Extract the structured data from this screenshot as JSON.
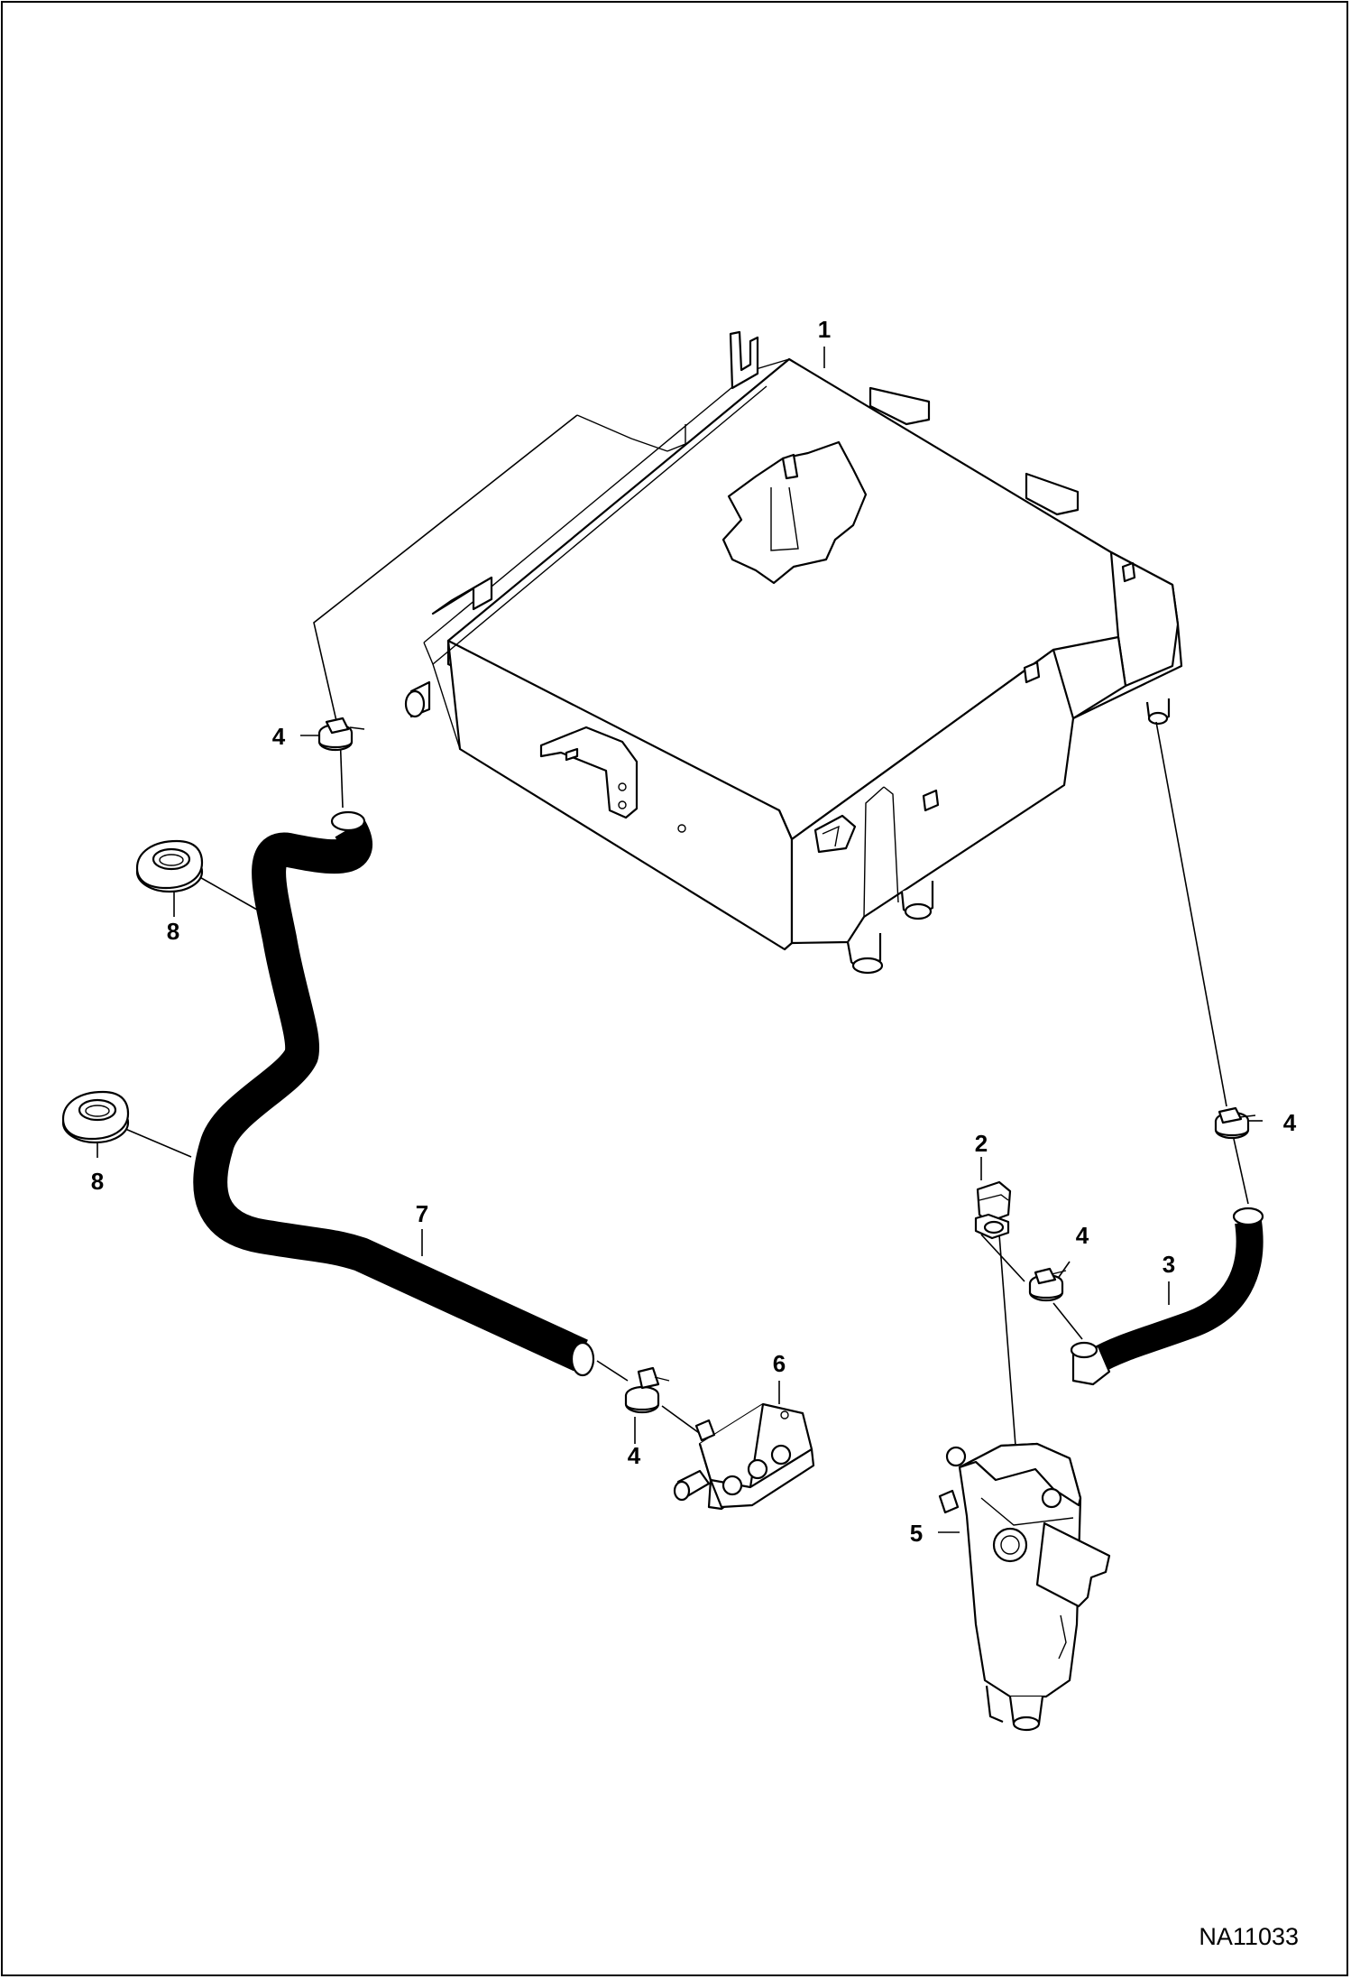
{
  "figure_code": "NA11033",
  "callouts": {
    "c1": "1",
    "c2": "2",
    "c3": "3",
    "c4a": "4",
    "c4b": "4",
    "c4c": "4",
    "c4d": "4",
    "c5": "5",
    "c6": "6",
    "c7": "7",
    "c8a": "8",
    "c8b": "8"
  }
}
